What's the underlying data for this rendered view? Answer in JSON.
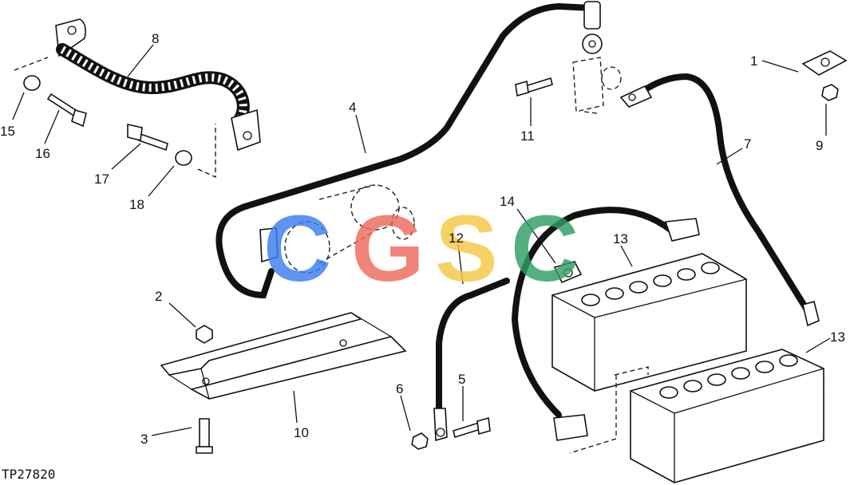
{
  "figure_id": "TP27820",
  "watermark": {
    "letters": [
      "C",
      "G",
      "S",
      "C"
    ],
    "colors": [
      "#3b7df0",
      "#ef6a5b",
      "#f5c842",
      "#2f9e62"
    ]
  },
  "callouts": [
    {
      "id": "c1",
      "label": "1"
    },
    {
      "id": "c2",
      "label": "2"
    },
    {
      "id": "c3",
      "label": "3"
    },
    {
      "id": "c4",
      "label": "4"
    },
    {
      "id": "c5",
      "label": "5"
    },
    {
      "id": "c6",
      "label": "6"
    },
    {
      "id": "c7",
      "label": "7"
    },
    {
      "id": "c8",
      "label": "8"
    },
    {
      "id": "c9",
      "label": "9"
    },
    {
      "id": "c10",
      "label": "10"
    },
    {
      "id": "c11",
      "label": "11"
    },
    {
      "id": "c12",
      "label": "12"
    },
    {
      "id": "c13a",
      "label": "13"
    },
    {
      "id": "c13b",
      "label": "13"
    },
    {
      "id": "c14",
      "label": "14"
    },
    {
      "id": "c15",
      "label": "15"
    },
    {
      "id": "c16",
      "label": "16"
    },
    {
      "id": "c17",
      "label": "17"
    },
    {
      "id": "c18",
      "label": "18"
    }
  ]
}
